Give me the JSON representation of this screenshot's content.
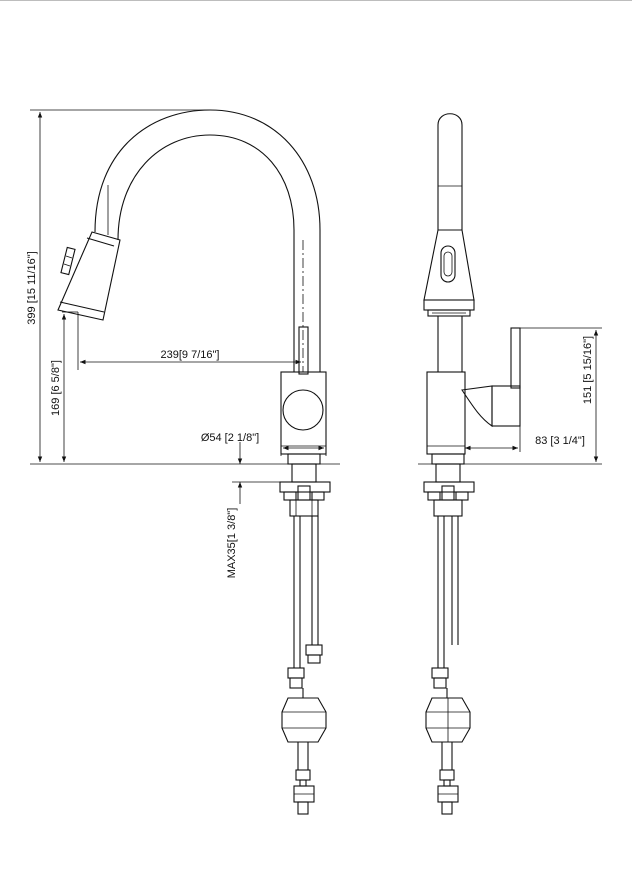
{
  "dimensions": {
    "total_height": "399 [15 11/16\"]",
    "handle_height": "169 [6 5/8\"]",
    "reach": "239[9 7/16\"]",
    "base_diameter": "Ø54 [2 1/8\"]",
    "max_deck": "MAX35[1 3/8\"]",
    "side_handle_height": "151 [5 15/16\"]",
    "side_depth": "83 [3 1/4\"]"
  }
}
